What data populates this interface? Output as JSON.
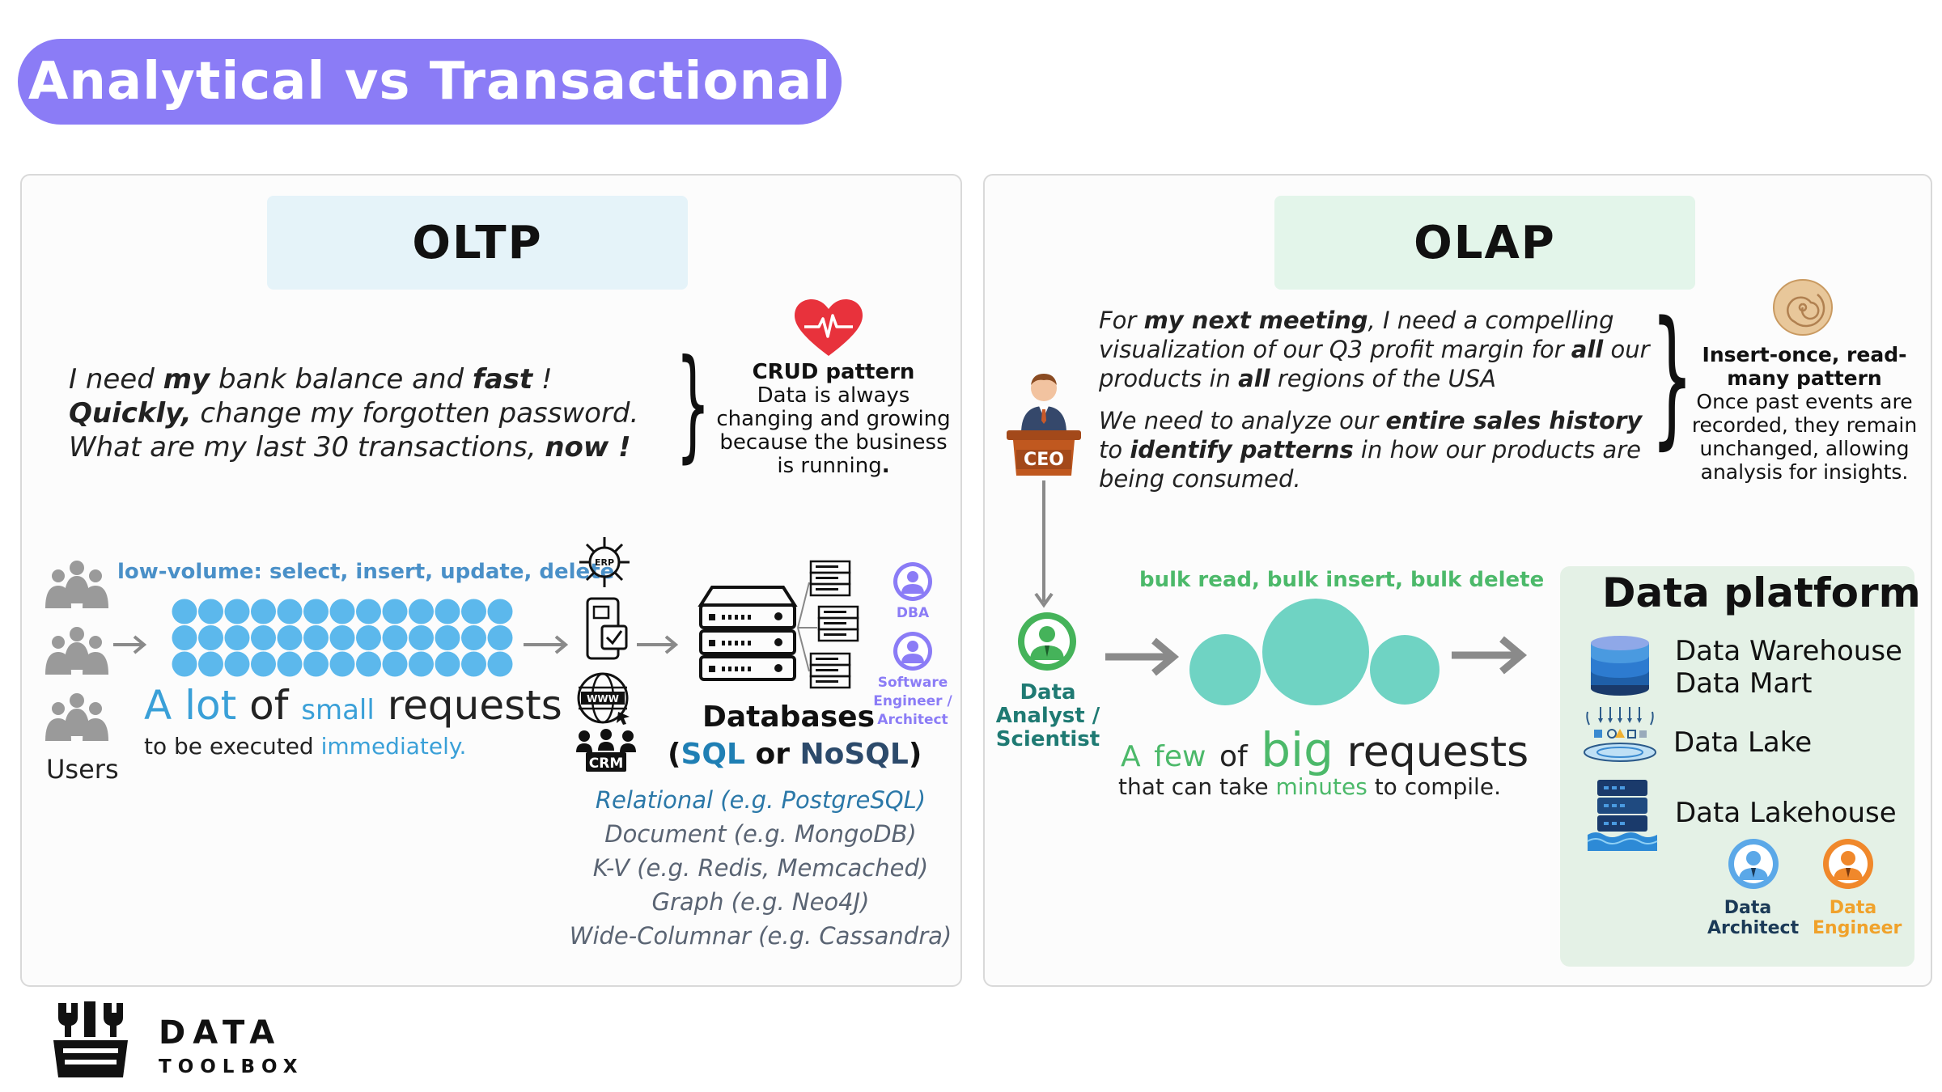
{
  "title": "Analytical vs Transactional",
  "oltp": {
    "header": "OLTP",
    "quote": {
      "line1_a": "I need ",
      "line1_b": "my",
      "line1_c": " bank balance and ",
      "line1_d": "fast",
      "line1_e": " !",
      "line2_a": "Quickly,",
      "line2_b": " change my forgotten password.",
      "line3_a": "What are my last 30 transactions, ",
      "line3_b": "now !"
    },
    "crud": {
      "heading": "CRUD pattern",
      "body_a": "Data is always changing and growing because the business is running",
      "body_b": "."
    },
    "low_volume": "low-volume: select, insert, update, delete",
    "users_label": "Users",
    "lot_text": {
      "a": "A",
      "lot": "lot",
      "of": "of",
      "small": "small",
      "requests": "requests"
    },
    "lot_sub": {
      "a": "to be executed ",
      "b": "immediately."
    },
    "app_icons": [
      "ERP",
      "WWW",
      "CRM"
    ],
    "databases": {
      "title": "Databases",
      "open": "(",
      "sql": "SQL",
      "or": " or ",
      "nosql": "NoSQL",
      "close": ")"
    },
    "db_types": [
      "Relational (e.g. PostgreSQL)",
      "Document (e.g. MongoDB)",
      "K-V (e.g. Redis, Memcached)",
      "Graph (e.g. Neo4J)",
      "Wide-Columnar (e.g. Cassandra)"
    ],
    "roles": {
      "dba": "DBA",
      "swe": "Software Engineer / Architect"
    }
  },
  "olap": {
    "header": "OLAP",
    "quote1": {
      "a": "For ",
      "b": "my next meeting",
      "c": ", I need a compelling visualization of our Q3 profit margin for ",
      "d": "all",
      "e": " our products in ",
      "f": "all",
      "g": " regions of the USA"
    },
    "quote2": {
      "a": "We need to analyze our ",
      "b": "entire sales history",
      "c": " to ",
      "d": "identify patterns",
      "e": " in how our products are being consumed."
    },
    "insert_once": {
      "heading": "Insert-once, read-many pattern",
      "body": "Once past events are recorded, they remain unchanged, allowing analysis for insights."
    },
    "ceo": "CEO",
    "analyst": "Data Analyst / Scientist",
    "bulk": "bulk read, bulk insert, bulk delete",
    "few_text": {
      "a": "A",
      "few": "few",
      "of": "of",
      "big": "big",
      "requests": "requests"
    },
    "few_sub": {
      "a": "that can take ",
      "b": "minutes",
      "c": " to compile."
    },
    "platform": {
      "title": "Data platform",
      "dw1": "Data Warehouse",
      "dw2": "Data Mart",
      "lake": "Data Lake",
      "lakehouse": "Data Lakehouse",
      "architect": "Data Architect",
      "engineer": "Data Engineer"
    }
  },
  "logo": {
    "line1": "DATA",
    "line2": "TOOLBOX"
  },
  "colors": {
    "accent_purple": "#8b7cf6",
    "oltp_blue": "#3aa0d8",
    "olap_green": "#4cb96a",
    "circle_teal": "#6fd3c3",
    "heart_red": "#e8323c"
  }
}
